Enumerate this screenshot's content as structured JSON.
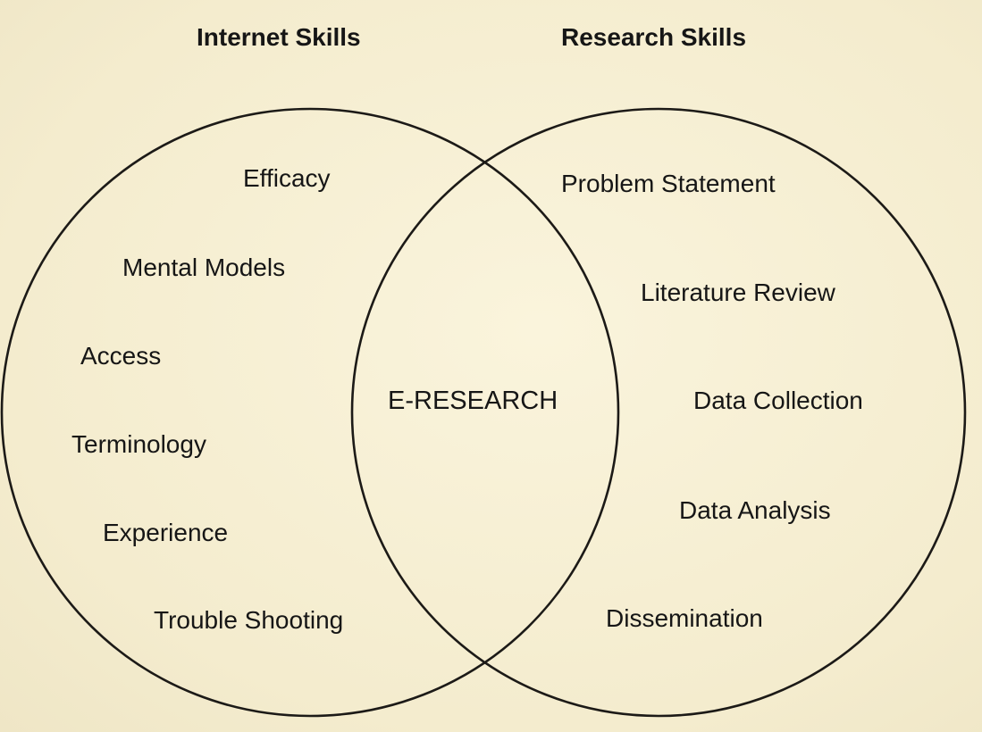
{
  "diagram": {
    "left_heading": "Internet Skills",
    "right_heading": "Research Skills",
    "intersection_label": "E-RESEARCH",
    "internet_skills": [
      "Efficacy",
      "Mental Models",
      "Access",
      "Terminology",
      "Experience",
      "Trouble Shooting"
    ],
    "research_skills": [
      "Problem Statement",
      "Literature Review",
      "Data Collection",
      "Data Analysis",
      "Dissemination"
    ]
  }
}
